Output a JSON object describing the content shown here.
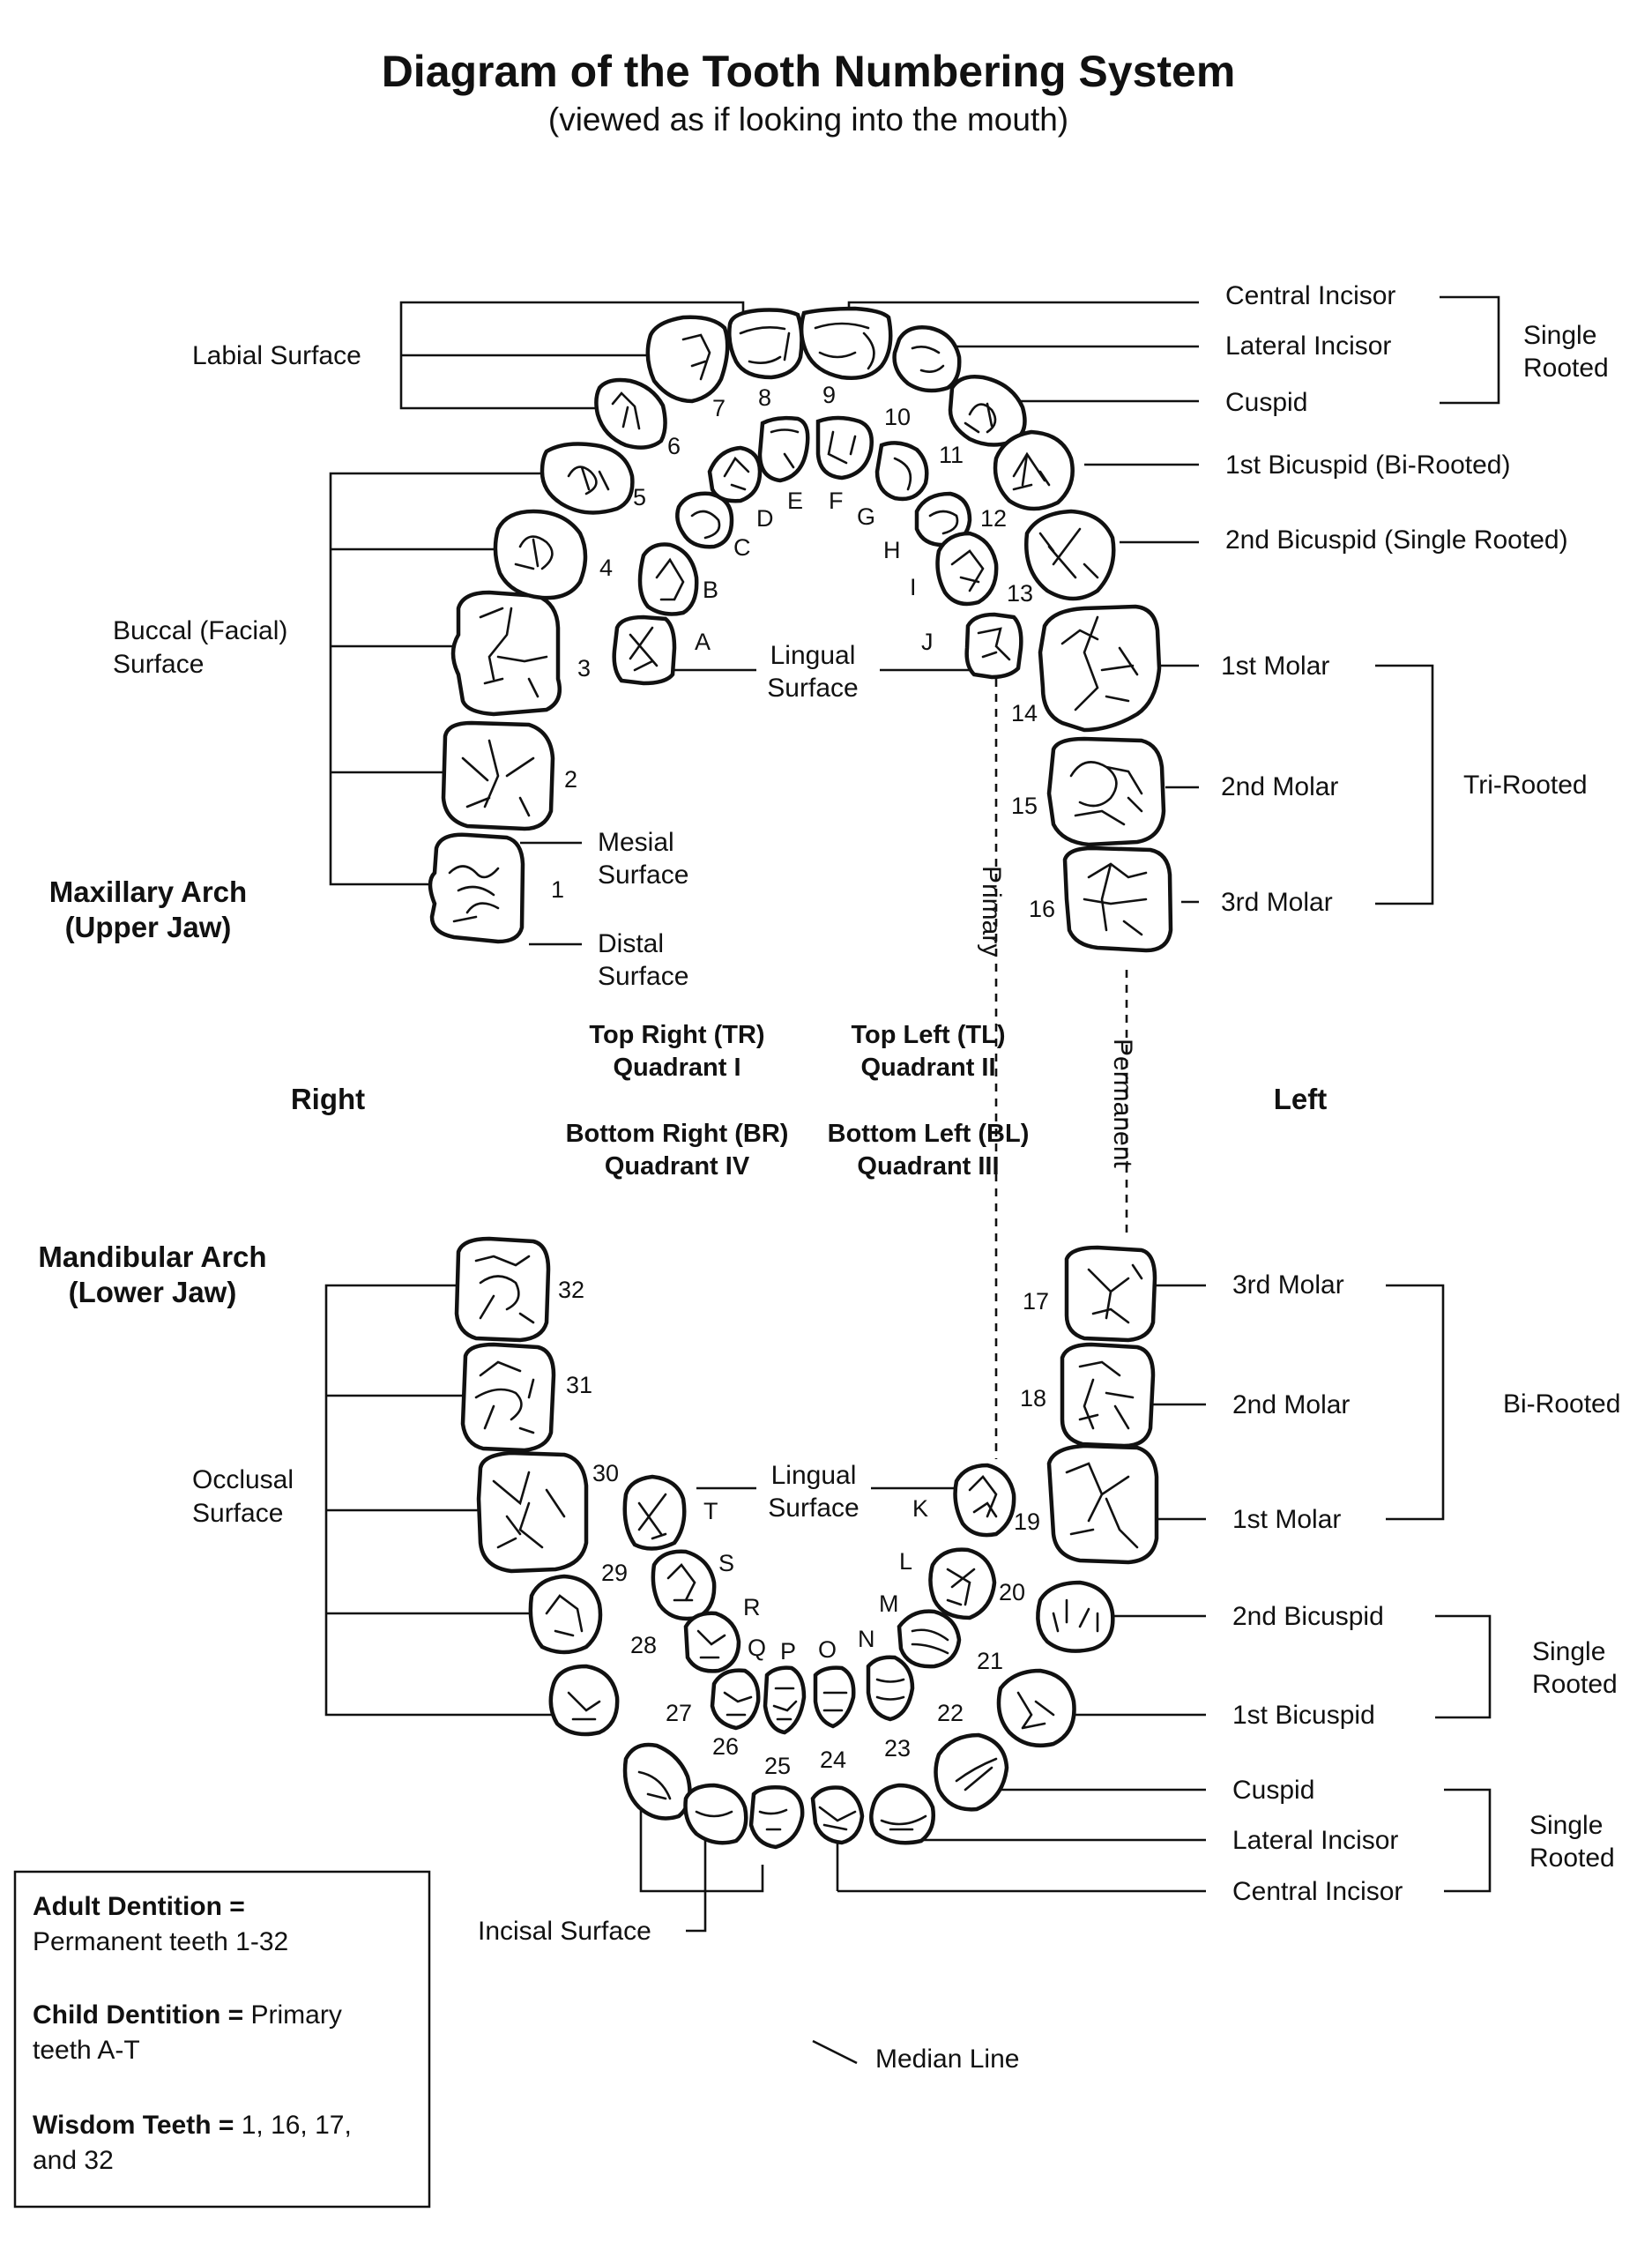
{
  "title": "Diagram of the Tooth Numbering System",
  "subtitle": "(viewed as if looking into the mouth)",
  "arches": {
    "maxillary": [
      "Maxillary Arch",
      "(Upper Jaw)"
    ],
    "mandibular": [
      "Mandibular Arch",
      "(Lower Jaw)"
    ]
  },
  "sides": {
    "right": "Right",
    "left": "Left"
  },
  "quadrants": {
    "tr": [
      "Top Right (TR)",
      "Quadrant I"
    ],
    "tl": [
      "Top Left (TL)",
      "Quadrant II"
    ],
    "br": [
      "Bottom Right (BR)",
      "Quadrant IV"
    ],
    "bl": [
      "Bottom Left (BL)",
      "Quadrant III"
    ]
  },
  "surfaces": {
    "labial": "Labial Surface",
    "buccal": [
      "Buccal (Facial)",
      "Surface"
    ],
    "mesial": [
      "Mesial",
      "Surface"
    ],
    "distal": [
      "Distal",
      "Surface"
    ],
    "lingual_upper": [
      "Lingual",
      "Surface"
    ],
    "lingual_lower": [
      "Lingual",
      "Surface"
    ],
    "occlusal": [
      "Occlusal",
      "Surface"
    ],
    "incisal": "Incisal Surface"
  },
  "vertical_labels": {
    "primary": "Primary",
    "permanent": "Permanent"
  },
  "median_line": "Median Line",
  "upper_tooth_types": {
    "central_incisor": "Central Incisor",
    "lateral_incisor": "Lateral Incisor",
    "cuspid": "Cuspid",
    "bicuspid_1": "1st Bicuspid (Bi-Rooted)",
    "bicuspid_2": "2nd Bicuspid (Single Rooted)",
    "molar_1": "1st Molar",
    "molar_2": "2nd Molar",
    "molar_3": "3rd Molar"
  },
  "upper_root_groups": {
    "single": [
      "Single",
      "Rooted"
    ],
    "tri": "Tri-Rooted"
  },
  "lower_tooth_types": {
    "molar_3": "3rd Molar",
    "molar_2": "2nd Molar",
    "molar_1": "1st Molar",
    "bicuspid_2": "2nd Bicuspid",
    "bicuspid_1": "1st Bicuspid",
    "cuspid": "Cuspid",
    "lateral_incisor": "Lateral Incisor",
    "central_incisor": "Central Incisor"
  },
  "lower_root_groups": {
    "bi": "Bi-Rooted",
    "single_bicuspid": [
      "Single",
      "Rooted"
    ],
    "single_front": [
      "Single",
      "Rooted"
    ]
  },
  "permanent_teeth_numbers": [
    "1",
    "2",
    "3",
    "4",
    "5",
    "6",
    "7",
    "8",
    "9",
    "10",
    "11",
    "12",
    "13",
    "14",
    "15",
    "16",
    "17",
    "18",
    "19",
    "20",
    "21",
    "22",
    "23",
    "24",
    "25",
    "26",
    "27",
    "28",
    "29",
    "30",
    "31",
    "32"
  ],
  "primary_teeth_letters": [
    "A",
    "B",
    "C",
    "D",
    "E",
    "F",
    "G",
    "H",
    "I",
    "J",
    "K",
    "L",
    "M",
    "N",
    "O",
    "P",
    "Q",
    "R",
    "S",
    "T"
  ],
  "legend": {
    "adult_label": "Adult Dentition =",
    "adult_text": "Permanent teeth 1-32",
    "child_label": "Child Dentition =",
    "child_text_1": " Primary",
    "child_text_2": "teeth A-T",
    "wisdom_label": "Wisdom Teeth =",
    "wisdom_text_1": " 1, 16, 17,",
    "wisdom_text_2": "and 32"
  }
}
